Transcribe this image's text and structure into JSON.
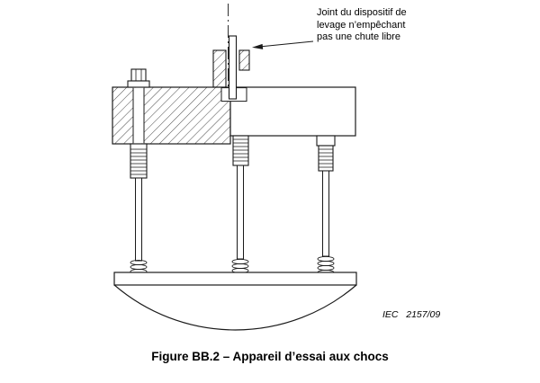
{
  "annotation": {
    "line1": "Joint du dispositif de",
    "line2": "levage n’empêchant",
    "line3": "pas une chute libre"
  },
  "figure_ref": "IEC   2157/09",
  "caption": "Figure BB.2 – Appareil d’essai aux chocs",
  "colors": {
    "line": "#1a1a1a",
    "background": "#ffffff"
  }
}
